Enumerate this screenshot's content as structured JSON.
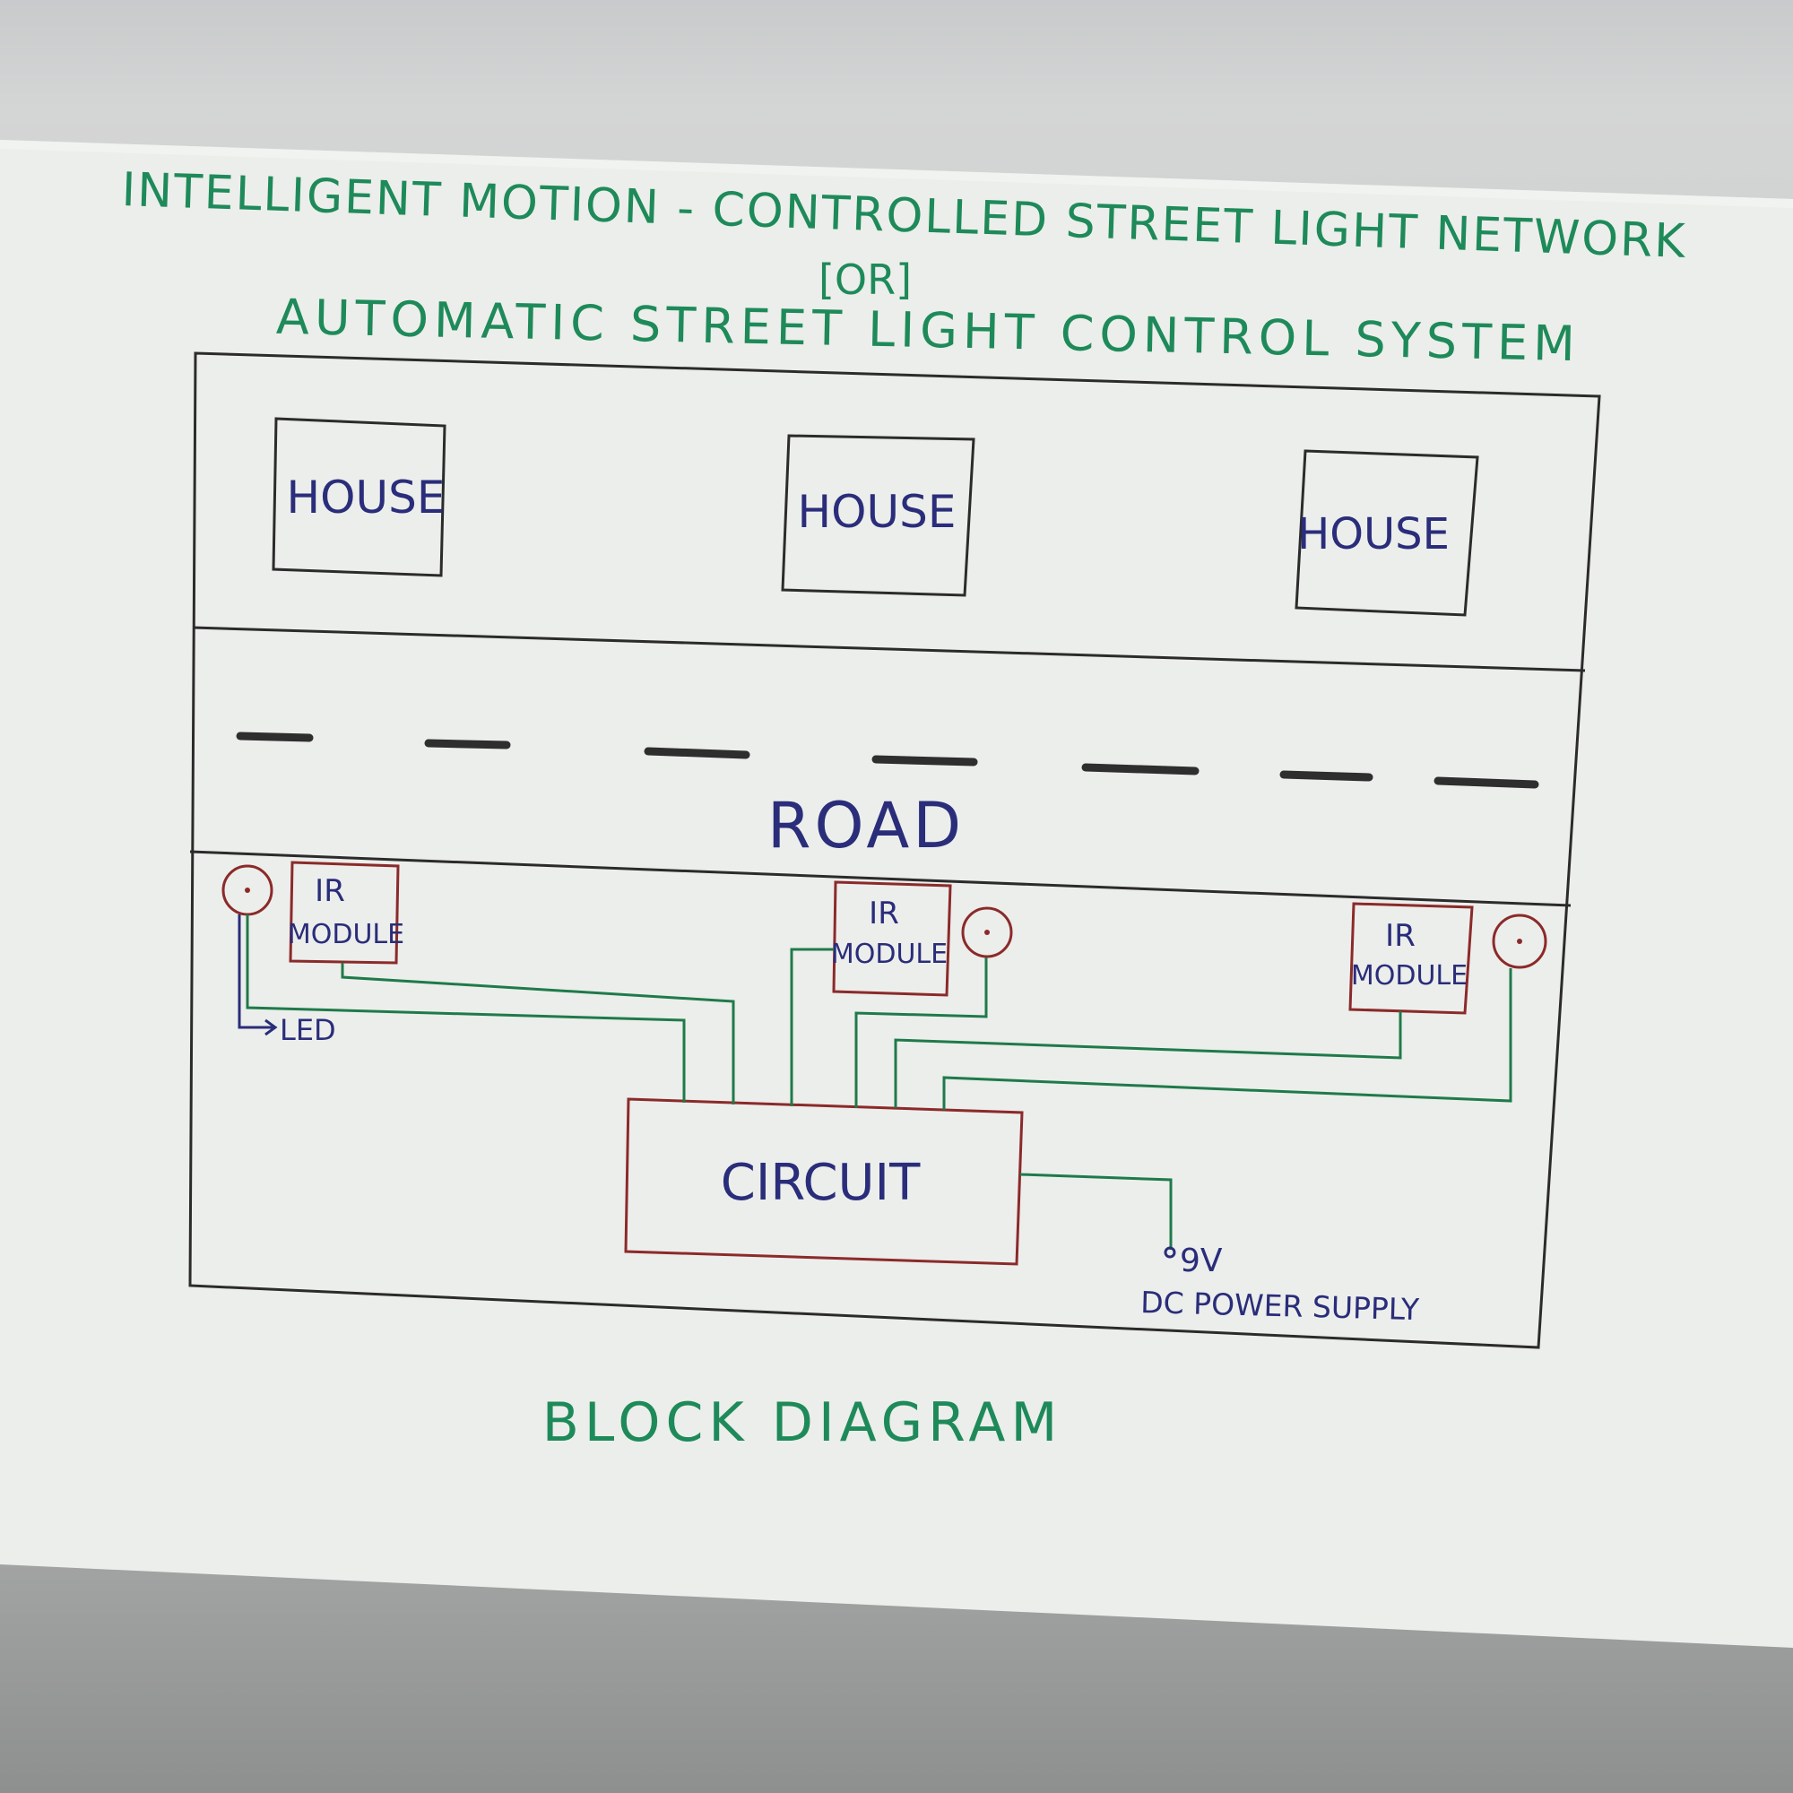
{
  "title": {
    "line1": "INTELLIGENT MOTION - CONTROLLED STREET LIGHT NETWORK",
    "line2": "[OR]",
    "line3": "AUTOMATIC STREET LIGHT CONTROL SYSTEM"
  },
  "houses": [
    {
      "label": "HOUSE"
    },
    {
      "label": "HOUSE"
    },
    {
      "label": "HOUSE"
    }
  ],
  "road": {
    "label": "ROAD"
  },
  "ir_modules": [
    {
      "line1": "IR",
      "line2": "MODULE"
    },
    {
      "line1": "IR",
      "line2": "MODULE"
    },
    {
      "line1": "IR",
      "line2": "MODULE"
    }
  ],
  "led_label": "LED",
  "circuit": {
    "label": "CIRCUIT"
  },
  "power": {
    "voltage": "9V",
    "label": "DC POWER SUPPLY"
  },
  "caption": "BLOCK DIAGRAM",
  "colors": {
    "title_ink": "#1e8a5a",
    "label_ink": "#2a2d7a",
    "outline_ink": "#2b2b2b",
    "component_ink": "#8b2a2a",
    "wire_ink": "#1f7a4a",
    "paper": "#ecefec"
  }
}
